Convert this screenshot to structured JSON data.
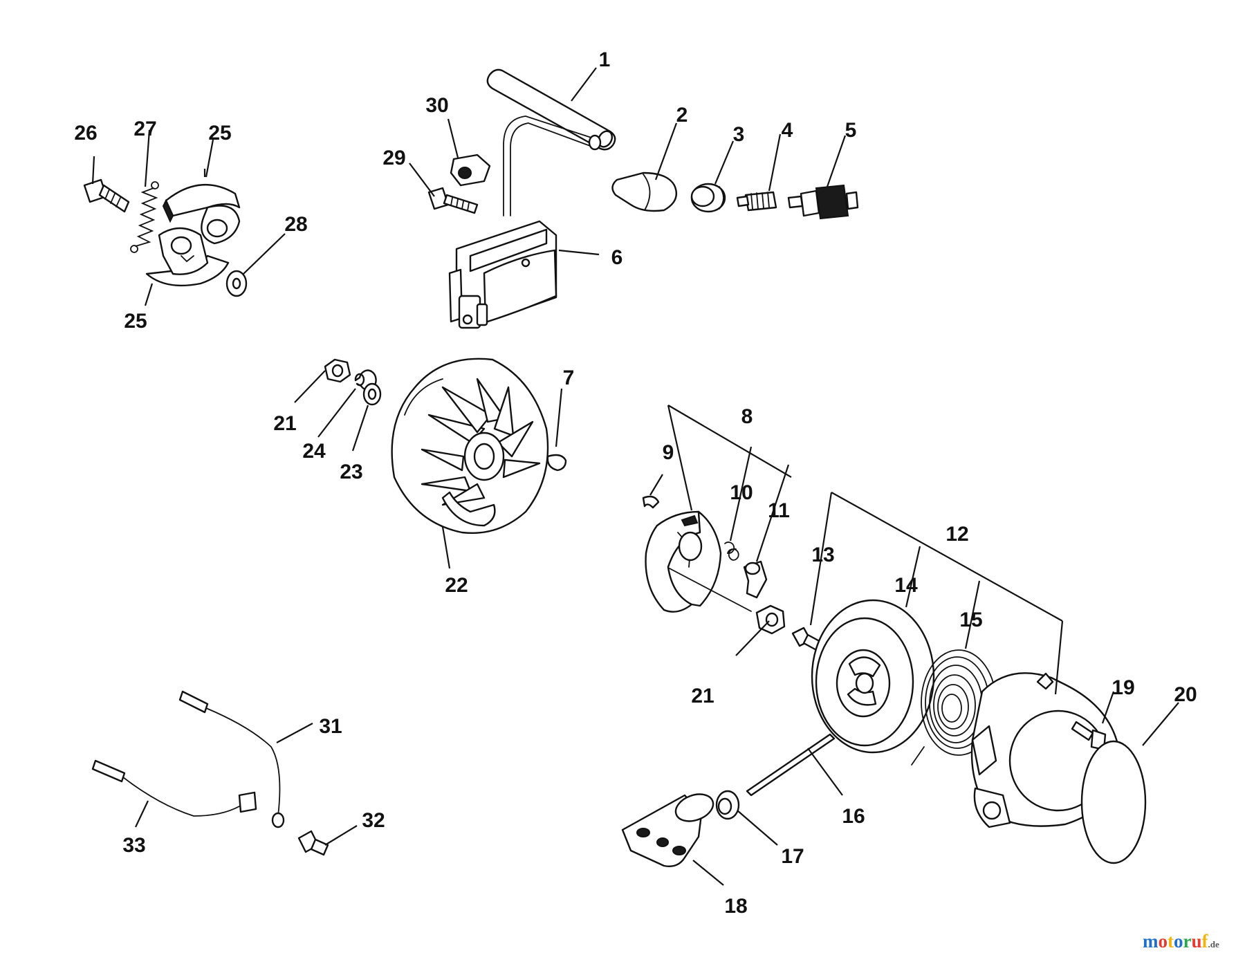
{
  "callouts": [
    {
      "id": "c1",
      "text": "1"
    },
    {
      "id": "c2",
      "text": "2"
    },
    {
      "id": "c3",
      "text": "3"
    },
    {
      "id": "c4",
      "text": "4"
    },
    {
      "id": "c5",
      "text": "5"
    },
    {
      "id": "c6",
      "text": "6"
    },
    {
      "id": "c7",
      "text": "7"
    },
    {
      "id": "c8",
      "text": "8"
    },
    {
      "id": "c9",
      "text": "9"
    },
    {
      "id": "c10",
      "text": "10"
    },
    {
      "id": "c11",
      "text": "11"
    },
    {
      "id": "c12",
      "text": "12"
    },
    {
      "id": "c13",
      "text": "13"
    },
    {
      "id": "c14",
      "text": "14"
    },
    {
      "id": "c15",
      "text": "15"
    },
    {
      "id": "c16",
      "text": "16"
    },
    {
      "id": "c17",
      "text": "17"
    },
    {
      "id": "c18",
      "text": "18"
    },
    {
      "id": "c19",
      "text": "19"
    },
    {
      "id": "c20",
      "text": "20"
    },
    {
      "id": "c21a",
      "text": "21"
    },
    {
      "id": "c21b",
      "text": "21"
    },
    {
      "id": "c22",
      "text": "22"
    },
    {
      "id": "c23",
      "text": "23"
    },
    {
      "id": "c24",
      "text": "24"
    },
    {
      "id": "c25a",
      "text": "25"
    },
    {
      "id": "c25b",
      "text": "25"
    },
    {
      "id": "c26",
      "text": "26"
    },
    {
      "id": "c27",
      "text": "27"
    },
    {
      "id": "c28",
      "text": "28"
    },
    {
      "id": "c29",
      "text": "29"
    },
    {
      "id": "c30",
      "text": "30"
    },
    {
      "id": "c31",
      "text": "31"
    },
    {
      "id": "c32",
      "text": "32"
    },
    {
      "id": "c33",
      "text": "33"
    }
  ],
  "watermark": {
    "main": "motoruf",
    "suffix": ".de",
    "colors": [
      "#1f6fd0",
      "#e63b2e",
      "#f3b40c",
      "#1f6fd0",
      "#2aa64c",
      "#e63b2e",
      "#f3b40c"
    ]
  }
}
